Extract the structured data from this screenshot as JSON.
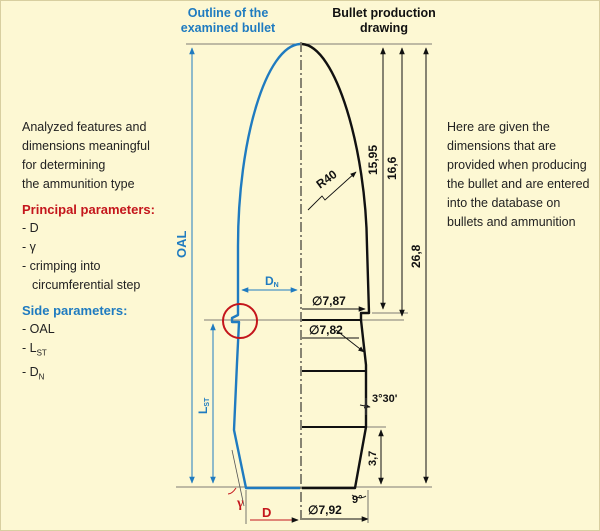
{
  "headers": {
    "outline_line1": "Outline of the",
    "outline_line2": "examined bullet",
    "production_line1": "Bullet production",
    "production_line2": "drawing"
  },
  "left_panel": {
    "intro": [
      "Analyzed features and",
      "dimensions meaningful",
      "for determining",
      "the ammunition type"
    ],
    "principal_title": "Principal parameters:",
    "principal_items": [
      "- D",
      "- γ",
      "- crimping into",
      "circumferential step"
    ],
    "side_title": "Side parameters:",
    "side_items": {
      "oal": "- OAL",
      "lst_prefix": "- L",
      "lst_sub": "ST",
      "dn_prefix": "- D",
      "dn_sub": "N"
    }
  },
  "right_panel": {
    "text": [
      "Here are given the",
      "dimensions that are",
      "provided when producing",
      "the bullet and are entered",
      "into the database on",
      "bullets and ammunition"
    ]
  },
  "labels": {
    "oal": "OAL",
    "l_main": "L",
    "l_sub": "ST",
    "dn_main": "D",
    "dn_sub": "N",
    "gamma": "γ",
    "d": "D",
    "r40": "R40",
    "dim_1595": "15,95",
    "dim_166": "16,6",
    "dim_268": "26,8",
    "dim_787": "∅7,87",
    "dim_782": "∅7,82",
    "dim_792": "∅7,92",
    "angle_330": "3°30'",
    "dim_37": "3,7",
    "angle_9": "9°"
  },
  "colors": {
    "blue": "#1F7BC0",
    "red": "#C4161C",
    "ink": "#111111",
    "background": "#FDF8D3"
  }
}
